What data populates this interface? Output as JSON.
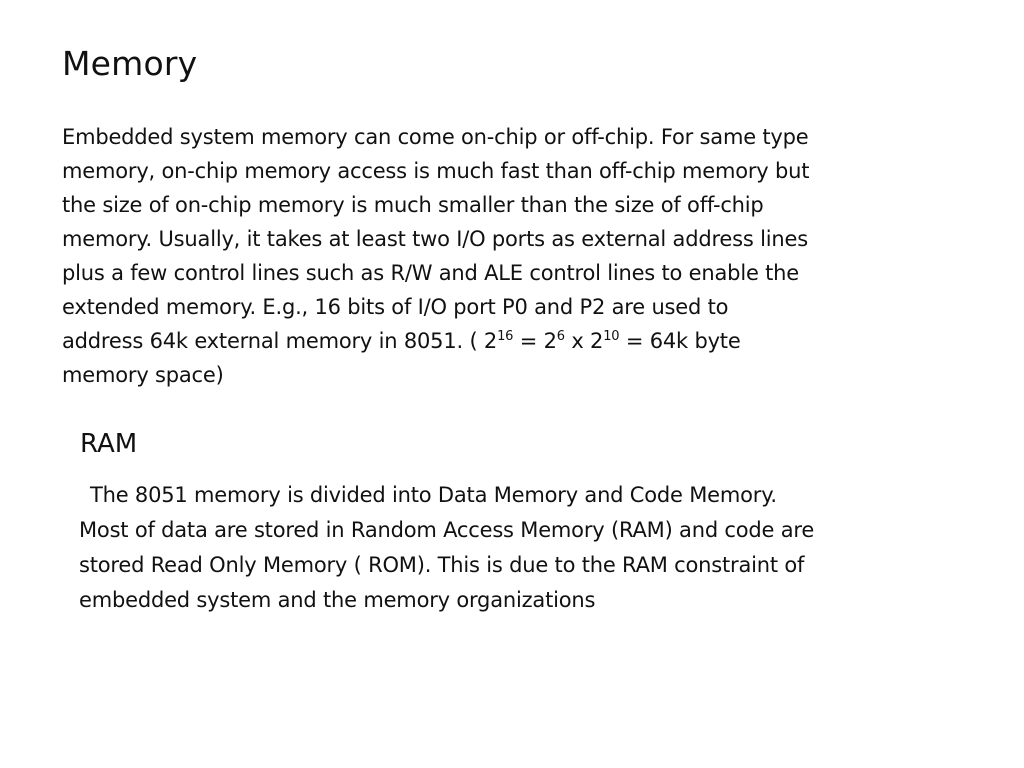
{
  "slide": {
    "title": "Memory",
    "body": {
      "line1": "Embedded system memory can come on-chip or off-chip. For same type",
      "line2": "memory, on-chip memory access is much fast than off-chip memory but",
      "line3": "the size of on-chip memory is much smaller than the size of off-chip",
      "line4": "memory. Usually, it takes at least two I/O ports as external address lines",
      "line5": "plus a few control lines such as R/W and ALE control lines to enable the",
      "line6": "extended memory. E.g., 16 bits of I/O port P0 and P2 are used to",
      "line7_prefix": "address 64k external memory in 8051. ( 2",
      "exp16": "16",
      "eq1": " = 2",
      "exp6": "6",
      "times": " x 2",
      "exp10": "10",
      "line7_suffix": " = 64k byte",
      "line8": "memory space)"
    },
    "ram": {
      "heading": "RAM",
      "line1": "The 8051 memory is divided into Data Memory and Code Memory.",
      "line2": "Most of data are stored in Random Access Memory (RAM) and code are",
      "line3": "stored Read Only Memory ( ROM). This is due to the RAM constraint of",
      "line4": "embedded system and the memory organizations"
    }
  }
}
